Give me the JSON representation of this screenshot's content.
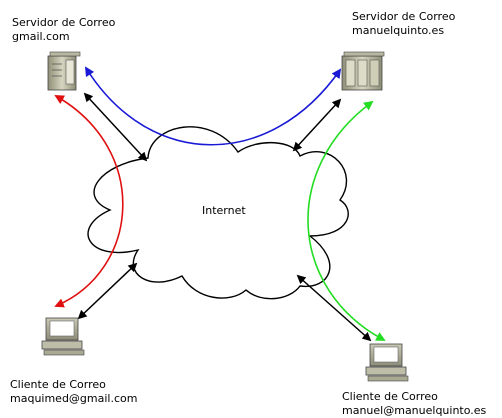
{
  "cloud": {
    "label": "Internet"
  },
  "nodes": {
    "server_gmail": {
      "title": "Servidor de Correo",
      "host": "gmail.com"
    },
    "server_mq": {
      "title": "Servidor de Correo",
      "host": "manuelquinto.es"
    },
    "client_gmail": {
      "title": "Cliente de Correo",
      "address": "maquimed@gmail.com"
    },
    "client_mq": {
      "title": "Cliente de Correo",
      "address": "manuel@manuelquinto.es"
    }
  },
  "colors": {
    "server_to_server": "#1a1ad6",
    "gmail_path": "#e01010",
    "manuelquinto_path": "#22dd22",
    "network_link": "#000000"
  },
  "icons": [
    "server-icon",
    "workstation-icon",
    "cloud-icon"
  ]
}
